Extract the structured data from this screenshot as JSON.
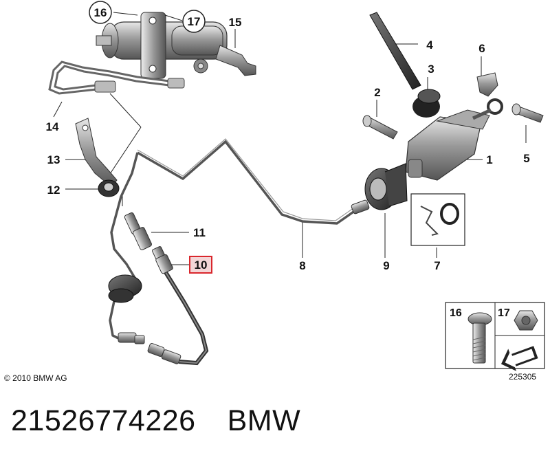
{
  "diagram": {
    "callouts": {
      "c1": "1",
      "c2": "2",
      "c3": "3",
      "c4": "4",
      "c5": "5",
      "c6": "6",
      "c7": "7",
      "c8": "8",
      "c9": "9",
      "c10": "10",
      "c11": "11",
      "c12": "12",
      "c13": "13",
      "c14": "14",
      "c15": "15",
      "c16": "16",
      "c17": "17"
    },
    "highlighted_callout": "10",
    "highlight_color": "#d9262c",
    "legend": {
      "bolt_label": "16",
      "nut_label": "17"
    },
    "copyright": "© 2010 BMW AG",
    "diagram_number": "225305"
  },
  "footer": {
    "part_number": "21526774226",
    "brand": "BMW"
  }
}
